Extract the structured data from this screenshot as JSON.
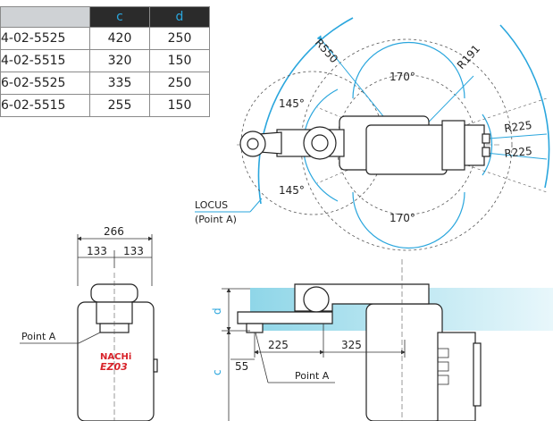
{
  "table": {
    "headers": [
      "",
      "c",
      "d"
    ],
    "rows": [
      {
        "model": "4-02-5525",
        "c": "420",
        "d": "250"
      },
      {
        "model": "4-02-5515",
        "c": "320",
        "d": "150"
      },
      {
        "model": "6-02-5525",
        "c": "335",
        "d": "250"
      },
      {
        "model": "6-02-5515",
        "c": "255",
        "d": "150"
      }
    ]
  },
  "top_view": {
    "r_outer": "R550",
    "r_inner": "R191",
    "angle_top": "170°",
    "angle_bottom": "170°",
    "angle_left_top": "145°",
    "angle_left_bottom": "145°",
    "r225_top": "R225",
    "r225_bottom": "R225",
    "locus_line1": "LOCUS",
    "locus_line2": "(Point A)"
  },
  "front_view": {
    "dim_total": "266",
    "dim_left": "133",
    "dim_right": "133",
    "point_label": "Point A",
    "brand": "NACHi",
    "model": "EZ03"
  },
  "side_view": {
    "dim_d": "d",
    "dim_c": "c",
    "dim_225": "225",
    "dim_325": "325",
    "dim_55": "55",
    "point_label": "Point A"
  },
  "colors": {
    "accent_blue": "#2aa6dd",
    "brand_red": "#d8232a",
    "table_header_dark": "#2b2b2b",
    "table_header_gray": "#cfd2d5"
  }
}
